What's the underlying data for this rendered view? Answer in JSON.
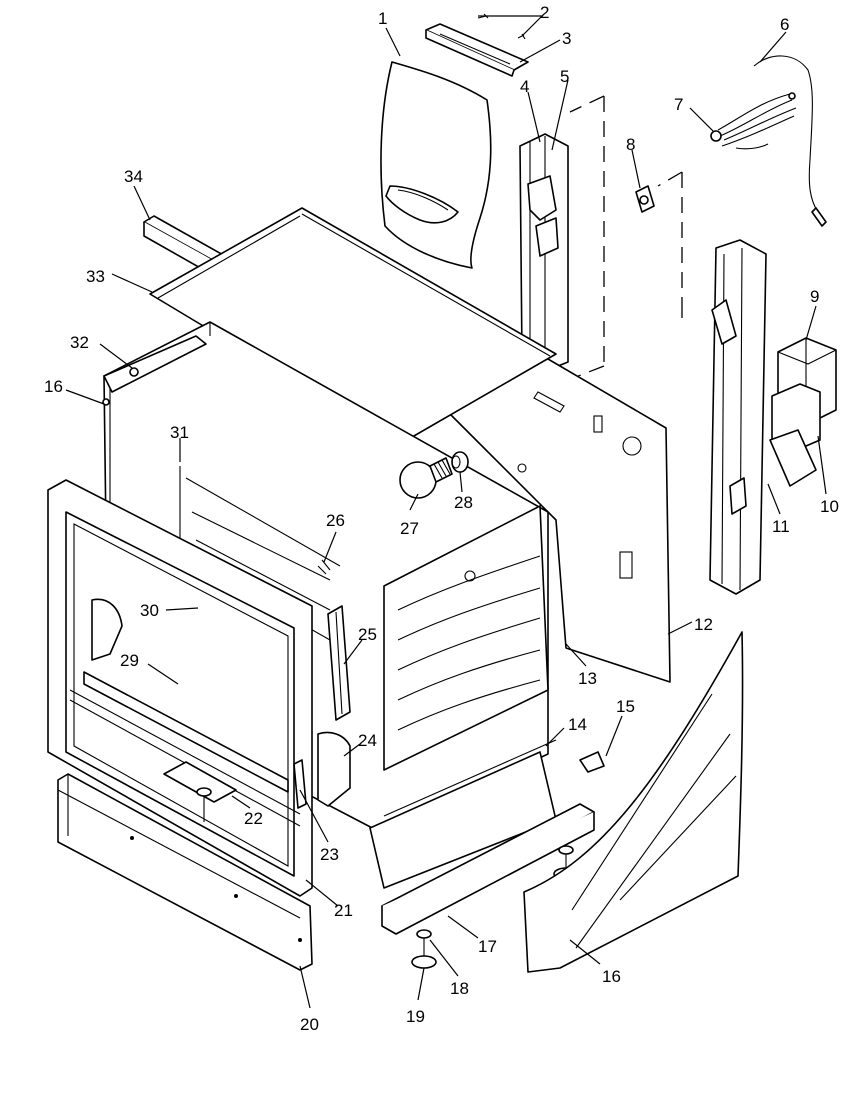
{
  "callouts": [
    {
      "id": "1",
      "label": "1"
    },
    {
      "id": "2",
      "label": "2"
    },
    {
      "id": "3",
      "label": "3"
    },
    {
      "id": "4",
      "label": "4"
    },
    {
      "id": "5",
      "label": "5"
    },
    {
      "id": "6",
      "label": "6"
    },
    {
      "id": "7",
      "label": "7"
    },
    {
      "id": "8",
      "label": "8"
    },
    {
      "id": "9",
      "label": "9"
    },
    {
      "id": "10",
      "label": "10"
    },
    {
      "id": "11",
      "label": "11"
    },
    {
      "id": "12",
      "label": "12"
    },
    {
      "id": "13",
      "label": "13"
    },
    {
      "id": "14",
      "label": "14"
    },
    {
      "id": "15",
      "label": "15"
    },
    {
      "id": "16a",
      "label": "16"
    },
    {
      "id": "16b",
      "label": "16"
    },
    {
      "id": "17",
      "label": "17"
    },
    {
      "id": "18",
      "label": "18"
    },
    {
      "id": "19",
      "label": "19"
    },
    {
      "id": "20",
      "label": "20"
    },
    {
      "id": "21",
      "label": "21"
    },
    {
      "id": "22",
      "label": "22"
    },
    {
      "id": "23",
      "label": "23"
    },
    {
      "id": "24",
      "label": "24"
    },
    {
      "id": "25",
      "label": "25"
    },
    {
      "id": "26",
      "label": "26"
    },
    {
      "id": "27",
      "label": "27"
    },
    {
      "id": "28",
      "label": "28"
    },
    {
      "id": "29",
      "label": "29"
    },
    {
      "id": "30",
      "label": "30"
    },
    {
      "id": "31",
      "label": "31"
    },
    {
      "id": "32",
      "label": "32"
    },
    {
      "id": "33",
      "label": "33"
    },
    {
      "id": "34",
      "label": "34"
    }
  ]
}
